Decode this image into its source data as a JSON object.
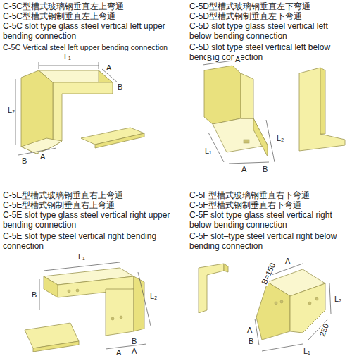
{
  "diagram": {
    "labels": [
      "C-5C型槽式玻璃钢垂直左上弯通",
      "C-5C型槽式钢制垂直左上弯通",
      "C-5C slot type glass steel vertical left upper bending connection",
      "C-5C Vertical steel left upper bending connection",
      "L₁",
      "A",
      "B",
      "L₂",
      "B",
      "A",
      "C-5D型槽式玻璃钢垂直左下弯通",
      "C-5D型槽式钢制垂直左下弯通",
      "C-5D slot type glass steel vertical left below bending connection",
      "C-5D slot type steel vertical left below bending connection",
      "B",
      "A",
      "L₂",
      "L₁",
      "A",
      "B",
      "C-5E型槽式玻璃钢垂直右上弯通",
      "C-5E型槽式钢制垂直右上弯通",
      "C-5E slot type glass steel vertical right upper bending connection",
      "C-5E slot type steel vertical right bending connection",
      "L₁",
      "L₂",
      "B",
      "A",
      "A",
      "B",
      "C-5F型槽式玻璃钢垂直右下弯通",
      "C-5F型槽式钢制垂直右下弯通",
      "C-5F slot type glass steel vertical right below bending connection",
      "C-5F slot–type steel vertical right below bending connection",
      "A",
      "B=150",
      "L₂",
      "250",
      "A",
      "B",
      "L₁"
    ]
  }
}
